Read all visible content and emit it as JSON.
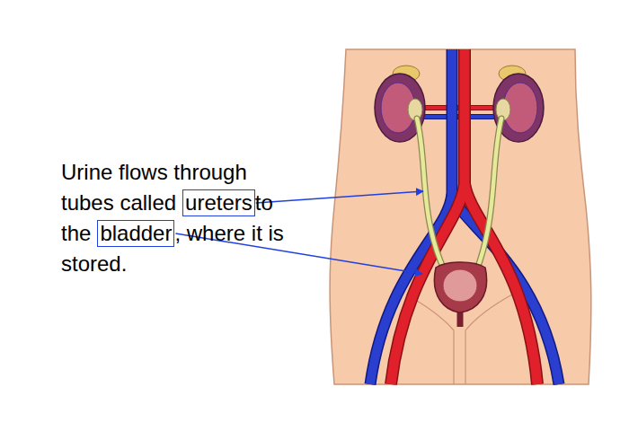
{
  "diagram": {
    "nodes": [
      {
        "text": [
          "ureters"
        ]
      },
      {
        "text": [
          "bladder"
        ]
      }
    ],
    "labels": [
      "Urine flows through tubes called",
      "to the",
      ", where it is stored."
    ]
  }
}
